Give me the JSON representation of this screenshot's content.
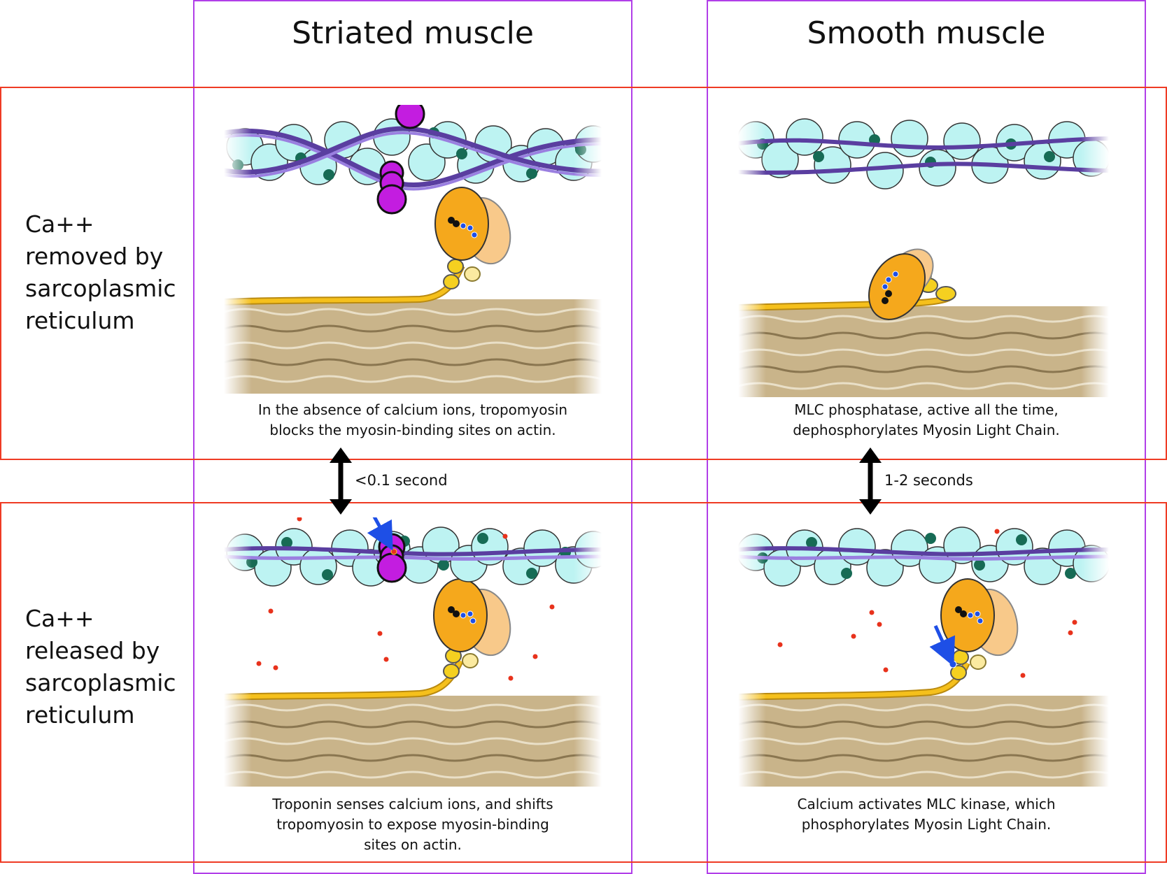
{
  "columns": [
    {
      "title": "Striated muscle"
    },
    {
      "title": "Smooth muscle"
    }
  ],
  "rows": [
    {
      "label": "Ca++\nremoved by\nsarcoplasmic\nreticulum"
    },
    {
      "label": "Ca++\nreleased by\nsarcoplasmic\nreticulum"
    }
  ],
  "captions": {
    "striated_relaxed": "In the absence of calcium ions, tropomyosin\nblocks the myosin-binding sites on actin.",
    "smooth_relaxed": "MLC phosphatase, active all the time,\ndephosphorylates Myosin Light Chain.",
    "striated_active": "Troponin senses calcium ions, and shifts\ntropomyosin to expose myosin-binding\nsites on actin.",
    "smooth_active": "Calcium activates MLC kinase, which\nphosphorylates Myosin Light Chain."
  },
  "transitions": {
    "striated_time": "<0.1 second",
    "smooth_time": "1-2 seconds"
  },
  "colors": {
    "column_frame": "#b13fe8",
    "row_frame": "#ef3b24",
    "actin": "#bdf3f2",
    "actin_site": "#176b55",
    "tropomyosin": "#7a5bc4",
    "troponin": "#c31de0",
    "myosin_head": "#f5a81c",
    "myosin_filament": "#c9b48a",
    "calcium": "#e8321c",
    "phosphate": "#1e4fe6"
  }
}
